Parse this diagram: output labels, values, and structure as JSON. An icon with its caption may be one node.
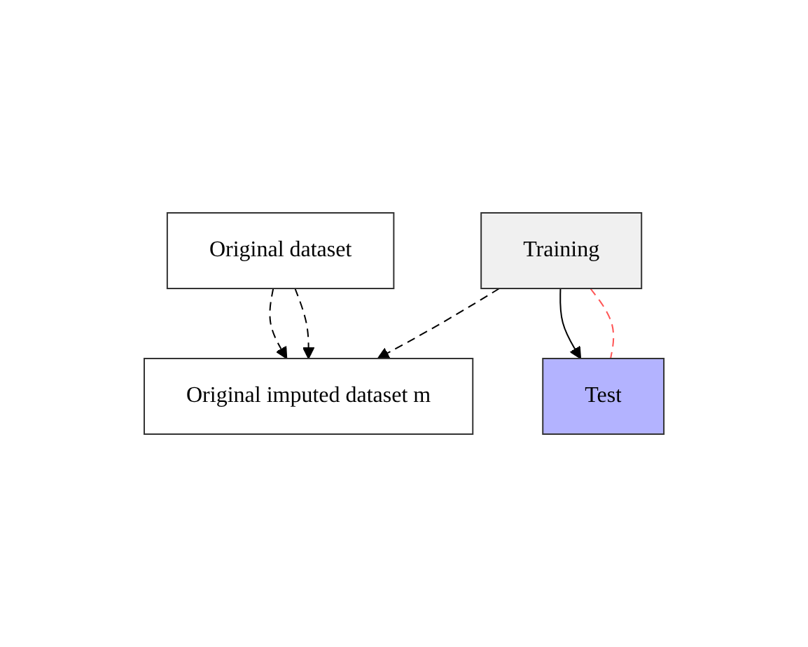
{
  "diagram": {
    "nodes": [
      {
        "text": [
          "Original dataset"
        ]
      },
      {
        "text": [
          "Original imputed dataset m"
        ]
      },
      {
        "text": [
          "Training"
        ]
      },
      {
        "text": [
          "Test"
        ]
      }
    ],
    "edges": [
      {
        "from": 0,
        "to": 1,
        "arrow": "to",
        "style": "dashed"
      },
      {
        "from": 0,
        "to": 1,
        "arrow": "to",
        "style": "dashed"
      },
      {
        "from": 2,
        "to": 1,
        "arrow": "to",
        "style": "dashed"
      },
      {
        "from": 2,
        "to": 3,
        "arrow": "to"
      },
      {
        "from": 2,
        "to": 3,
        "arrow": "none",
        "style": "dashed",
        "color": "#ff5555"
      }
    ]
  }
}
